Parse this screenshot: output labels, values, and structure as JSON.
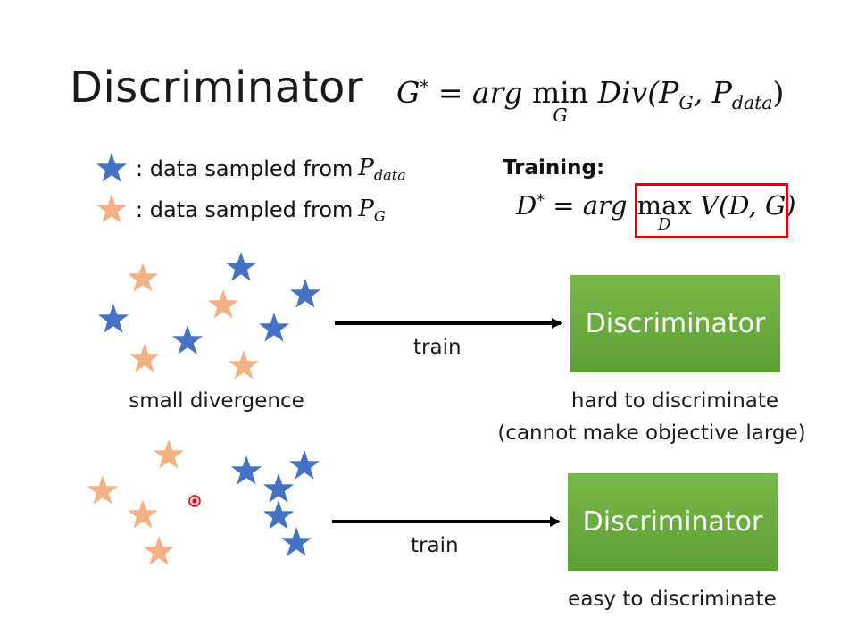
{
  "title": "Discriminator",
  "equation_top": {
    "lhs": "G",
    "lhs_sup": "*",
    "eq": "=",
    "arg": "arg",
    "op": "min",
    "under": "G",
    "fn": "Div",
    "args": "(P",
    "sub1": "G",
    "mid": ", P",
    "sub2": "data",
    "close": ")"
  },
  "legend": [
    {
      "text": ": data sampled from",
      "var": "P",
      "sub": "data",
      "star_color": "#4472c4"
    },
    {
      "text": ": data sampled from",
      "var": "P",
      "sub": "G",
      "star_color": "#f4b183"
    }
  ],
  "training": {
    "label": "Training:",
    "lhs": "D",
    "lhs_sup": "*",
    "eq": "=",
    "arg": "arg",
    "op": "max",
    "under": "D",
    "fn": "V",
    "args": "(D, G)"
  },
  "scenarios": [
    {
      "arrow_label": "train",
      "box_label": "Discriminator",
      "caption": "small divergence",
      "result": "hard to discriminate",
      "result2": "(cannot make objective large)"
    },
    {
      "arrow_label": "train",
      "box_label": "Discriminator",
      "caption": "",
      "result": "easy to discriminate"
    }
  ],
  "colors": {
    "blue_star": "#4472c4",
    "orange_star": "#f4b183",
    "box_green": "#6aaa3e",
    "red_box": "#e2000f",
    "pointer": "#e2000f"
  }
}
